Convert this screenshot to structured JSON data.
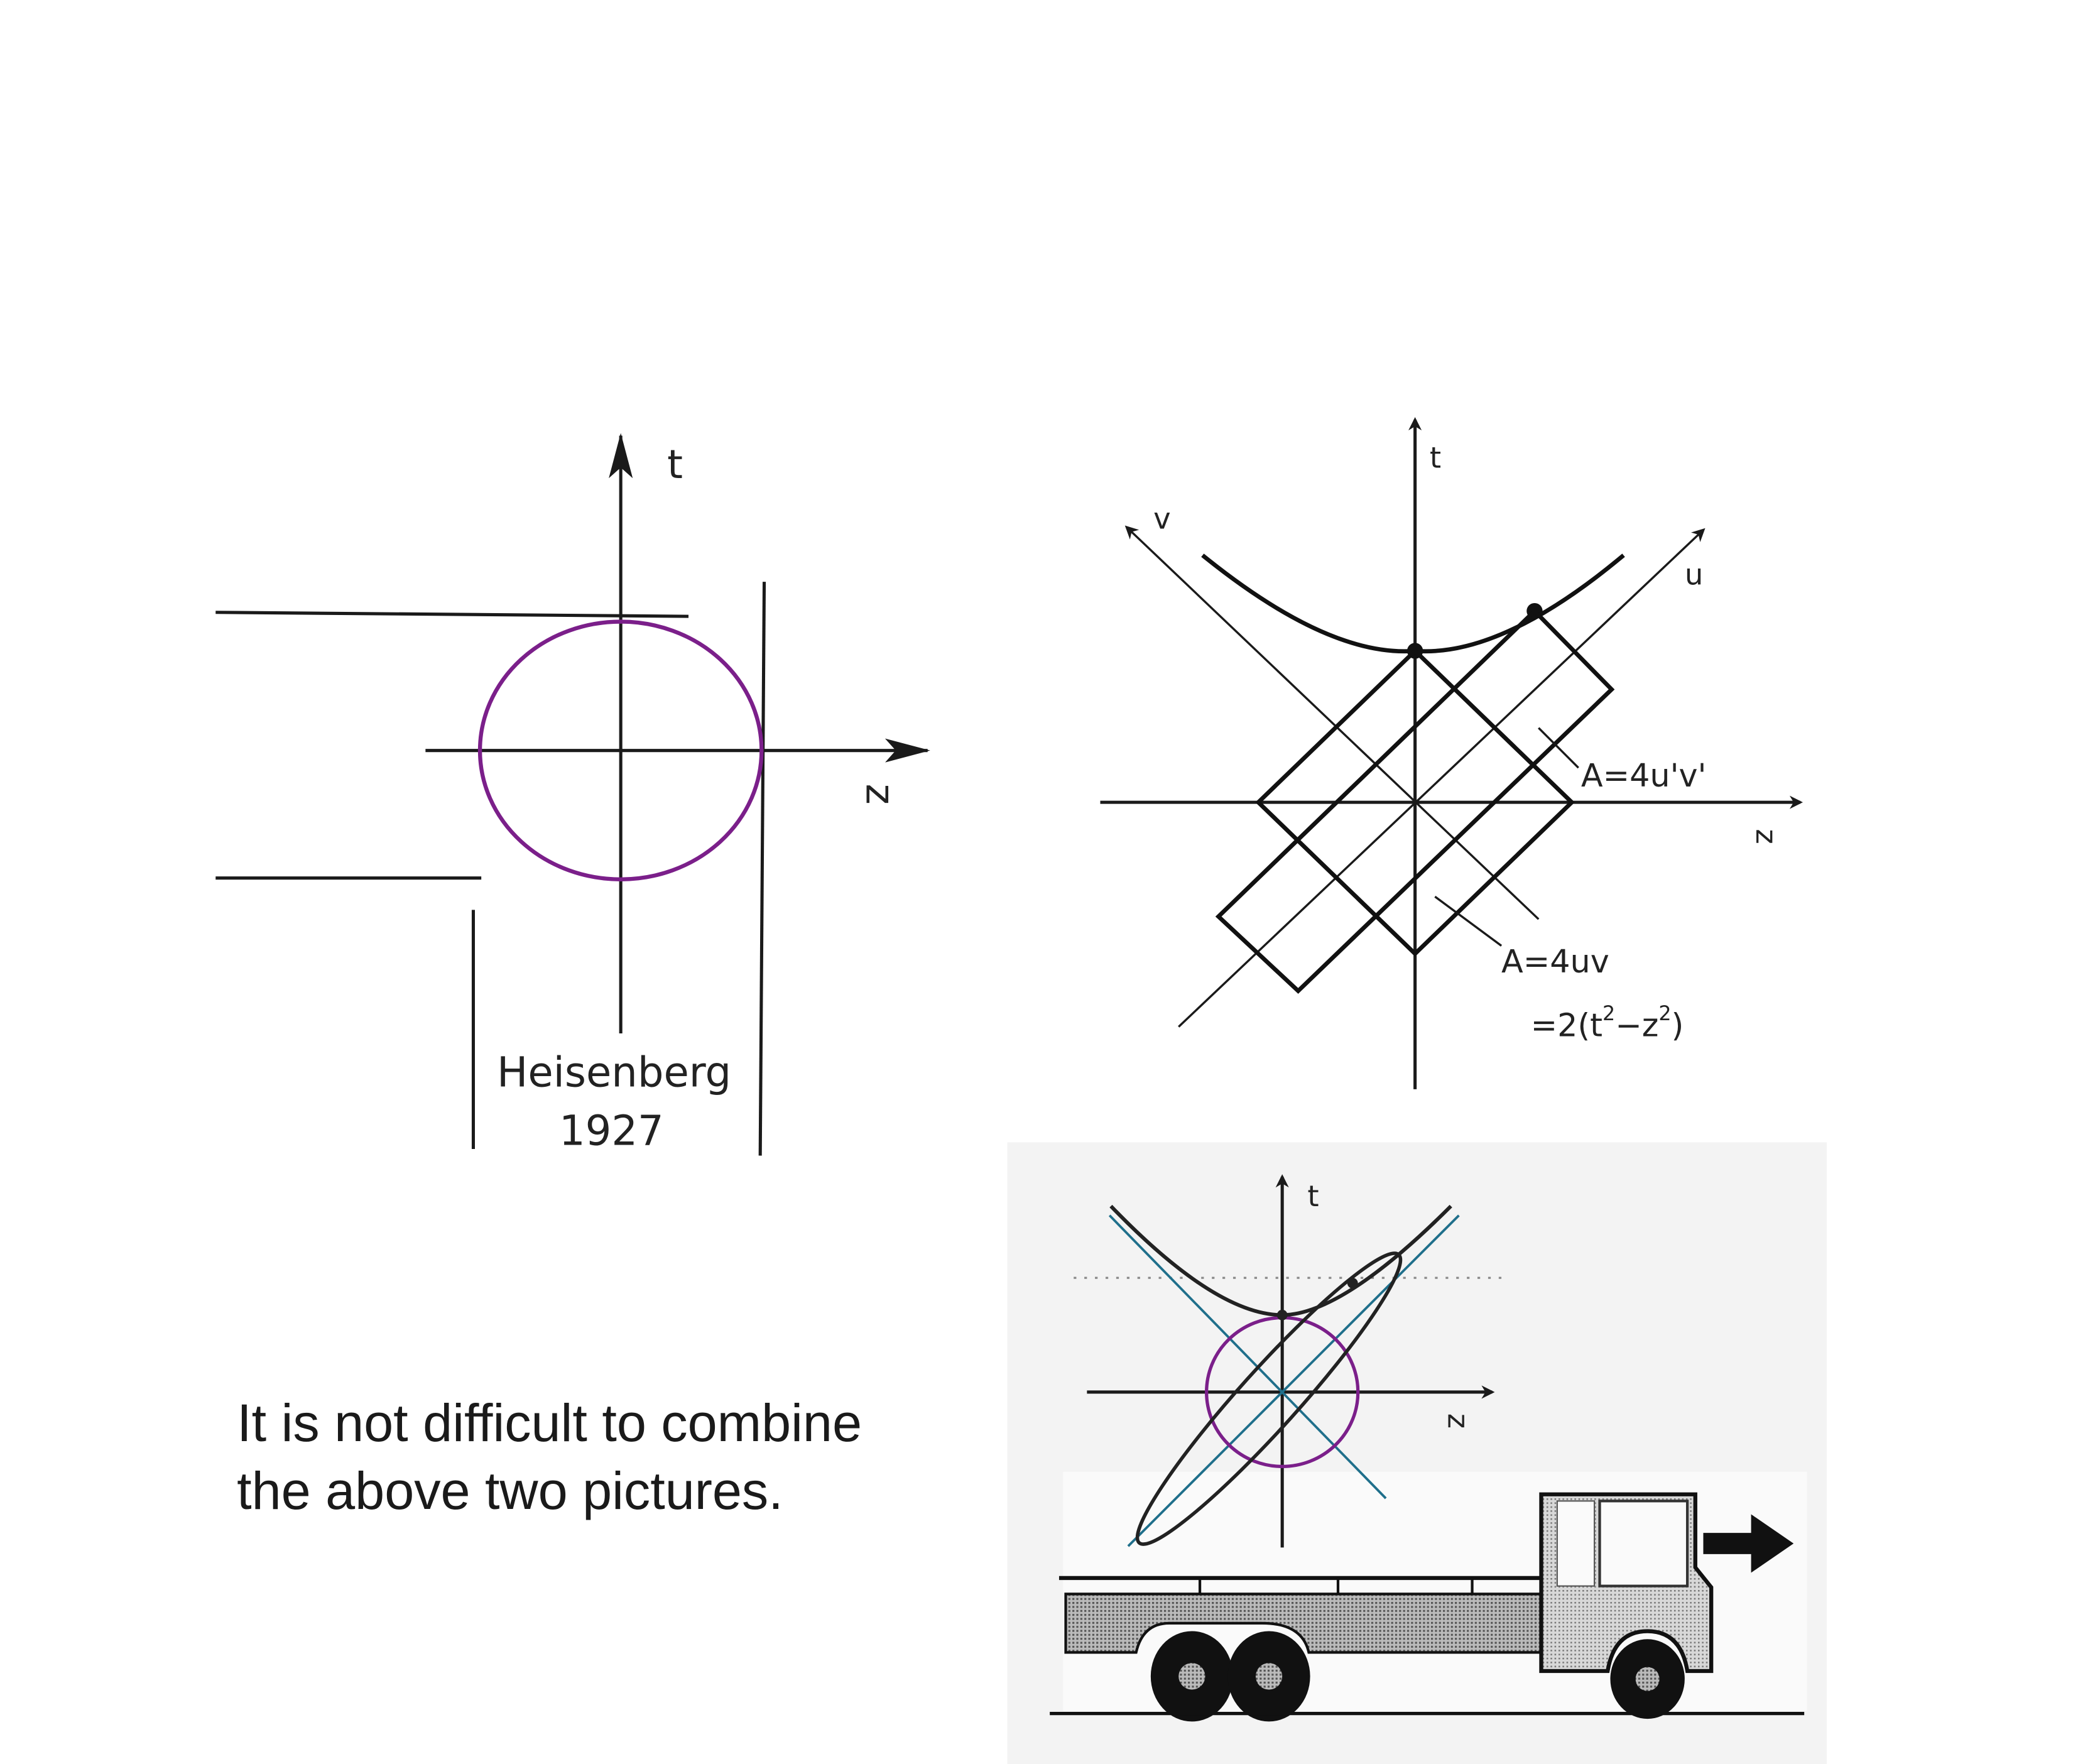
{
  "left_diagram": {
    "t_label": "t",
    "z_label": "z",
    "caption_name": "Heisenberg",
    "caption_year": "1927",
    "circle_color": "#7b1f8a"
  },
  "right_diagram": {
    "t_label": "t",
    "z_label": "z",
    "u_label": "u",
    "v_label": "v",
    "area_primed": "A=4u'v'",
    "area_uv": "A=4uv",
    "area_expr_prefix": "=2(t",
    "area_expr_mid": "−z",
    "area_expr_sup": "2",
    "area_expr_end": ")"
  },
  "bottom_diagram": {
    "t_label": "t",
    "z_label": "z",
    "circle_color": "#7b1f8a",
    "lightcone_color": "#1f6f8b"
  },
  "caption": {
    "line1": "It is not difficult to combine",
    "line2": "the above two pictures."
  }
}
